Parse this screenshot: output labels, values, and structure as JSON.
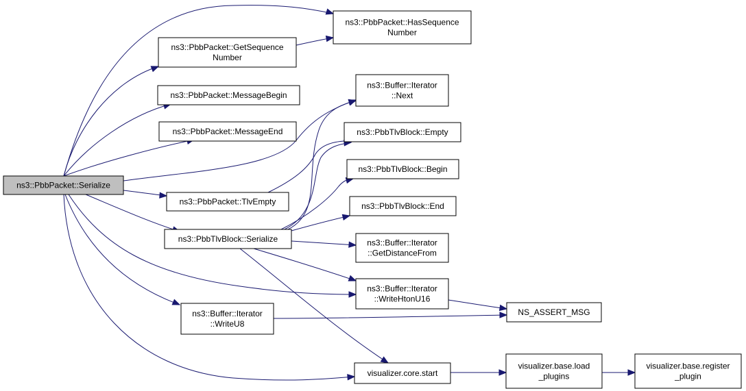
{
  "graph": {
    "nodes": [
      {
        "id": "serialize",
        "lines": [
          "ns3::PbbPacket::Serialize"
        ],
        "root": true
      },
      {
        "id": "has_seq",
        "lines": [
          "ns3::PbbPacket::HasSequence",
          "Number"
        ]
      },
      {
        "id": "get_seq",
        "lines": [
          "ns3::PbbPacket::GetSequence",
          "Number"
        ]
      },
      {
        "id": "msg_begin",
        "lines": [
          "ns3::PbbPacket::MessageBegin"
        ]
      },
      {
        "id": "msg_end",
        "lines": [
          "ns3::PbbPacket::MessageEnd"
        ]
      },
      {
        "id": "tlv_empty",
        "lines": [
          "ns3::PbbPacket::TlvEmpty"
        ]
      },
      {
        "id": "tlvblock_serialize",
        "lines": [
          "ns3::PbbTlvBlock::Serialize"
        ]
      },
      {
        "id": "write_u8",
        "lines": [
          "ns3::Buffer::Iterator",
          "::WriteU8"
        ]
      },
      {
        "id": "iter_next",
        "lines": [
          "ns3::Buffer::Iterator",
          "::Next"
        ]
      },
      {
        "id": "tlvblock_empty",
        "lines": [
          "ns3::PbbTlvBlock::Empty"
        ]
      },
      {
        "id": "tlvblock_begin",
        "lines": [
          "ns3::PbbTlvBlock::Begin"
        ]
      },
      {
        "id": "tlvblock_end",
        "lines": [
          "ns3::PbbTlvBlock::End"
        ]
      },
      {
        "id": "get_distance",
        "lines": [
          "ns3::Buffer::Iterator",
          "::GetDistanceFrom"
        ]
      },
      {
        "id": "write_hton",
        "lines": [
          "ns3::Buffer::Iterator",
          "::WriteHtonU16"
        ]
      },
      {
        "id": "ns_assert",
        "lines": [
          "NS_ASSERT_MSG"
        ]
      },
      {
        "id": "viz_start",
        "lines": [
          "visualizer.core.start"
        ]
      },
      {
        "id": "viz_load",
        "lines": [
          "visualizer.base.load",
          "_plugins"
        ]
      },
      {
        "id": "viz_register",
        "lines": [
          "visualizer.base.register",
          "_plugin"
        ]
      }
    ],
    "edges": [
      [
        "serialize",
        "has_seq"
      ],
      [
        "serialize",
        "get_seq"
      ],
      [
        "serialize",
        "msg_begin"
      ],
      [
        "serialize",
        "msg_end"
      ],
      [
        "serialize",
        "iter_next"
      ],
      [
        "serialize",
        "tlv_empty"
      ],
      [
        "serialize",
        "tlvblock_serialize"
      ],
      [
        "serialize",
        "write_hton"
      ],
      [
        "serialize",
        "write_u8"
      ],
      [
        "serialize",
        "viz_start"
      ],
      [
        "get_seq",
        "has_seq"
      ],
      [
        "tlv_empty",
        "tlvblock_empty"
      ],
      [
        "tlvblock_serialize",
        "iter_next"
      ],
      [
        "tlvblock_serialize",
        "tlvblock_empty"
      ],
      [
        "tlvblock_serialize",
        "tlvblock_begin"
      ],
      [
        "tlvblock_serialize",
        "tlvblock_end"
      ],
      [
        "tlvblock_serialize",
        "get_distance"
      ],
      [
        "tlvblock_serialize",
        "write_hton"
      ],
      [
        "tlvblock_serialize",
        "viz_start"
      ],
      [
        "write_u8",
        "ns_assert"
      ],
      [
        "write_hton",
        "ns_assert"
      ],
      [
        "viz_start",
        "viz_load"
      ],
      [
        "viz_load",
        "viz_register"
      ]
    ]
  },
  "colors": {
    "edge": "#191970",
    "root_fill": "#bfbfbf",
    "node_fill": "#ffffff",
    "border": "#000000"
  }
}
